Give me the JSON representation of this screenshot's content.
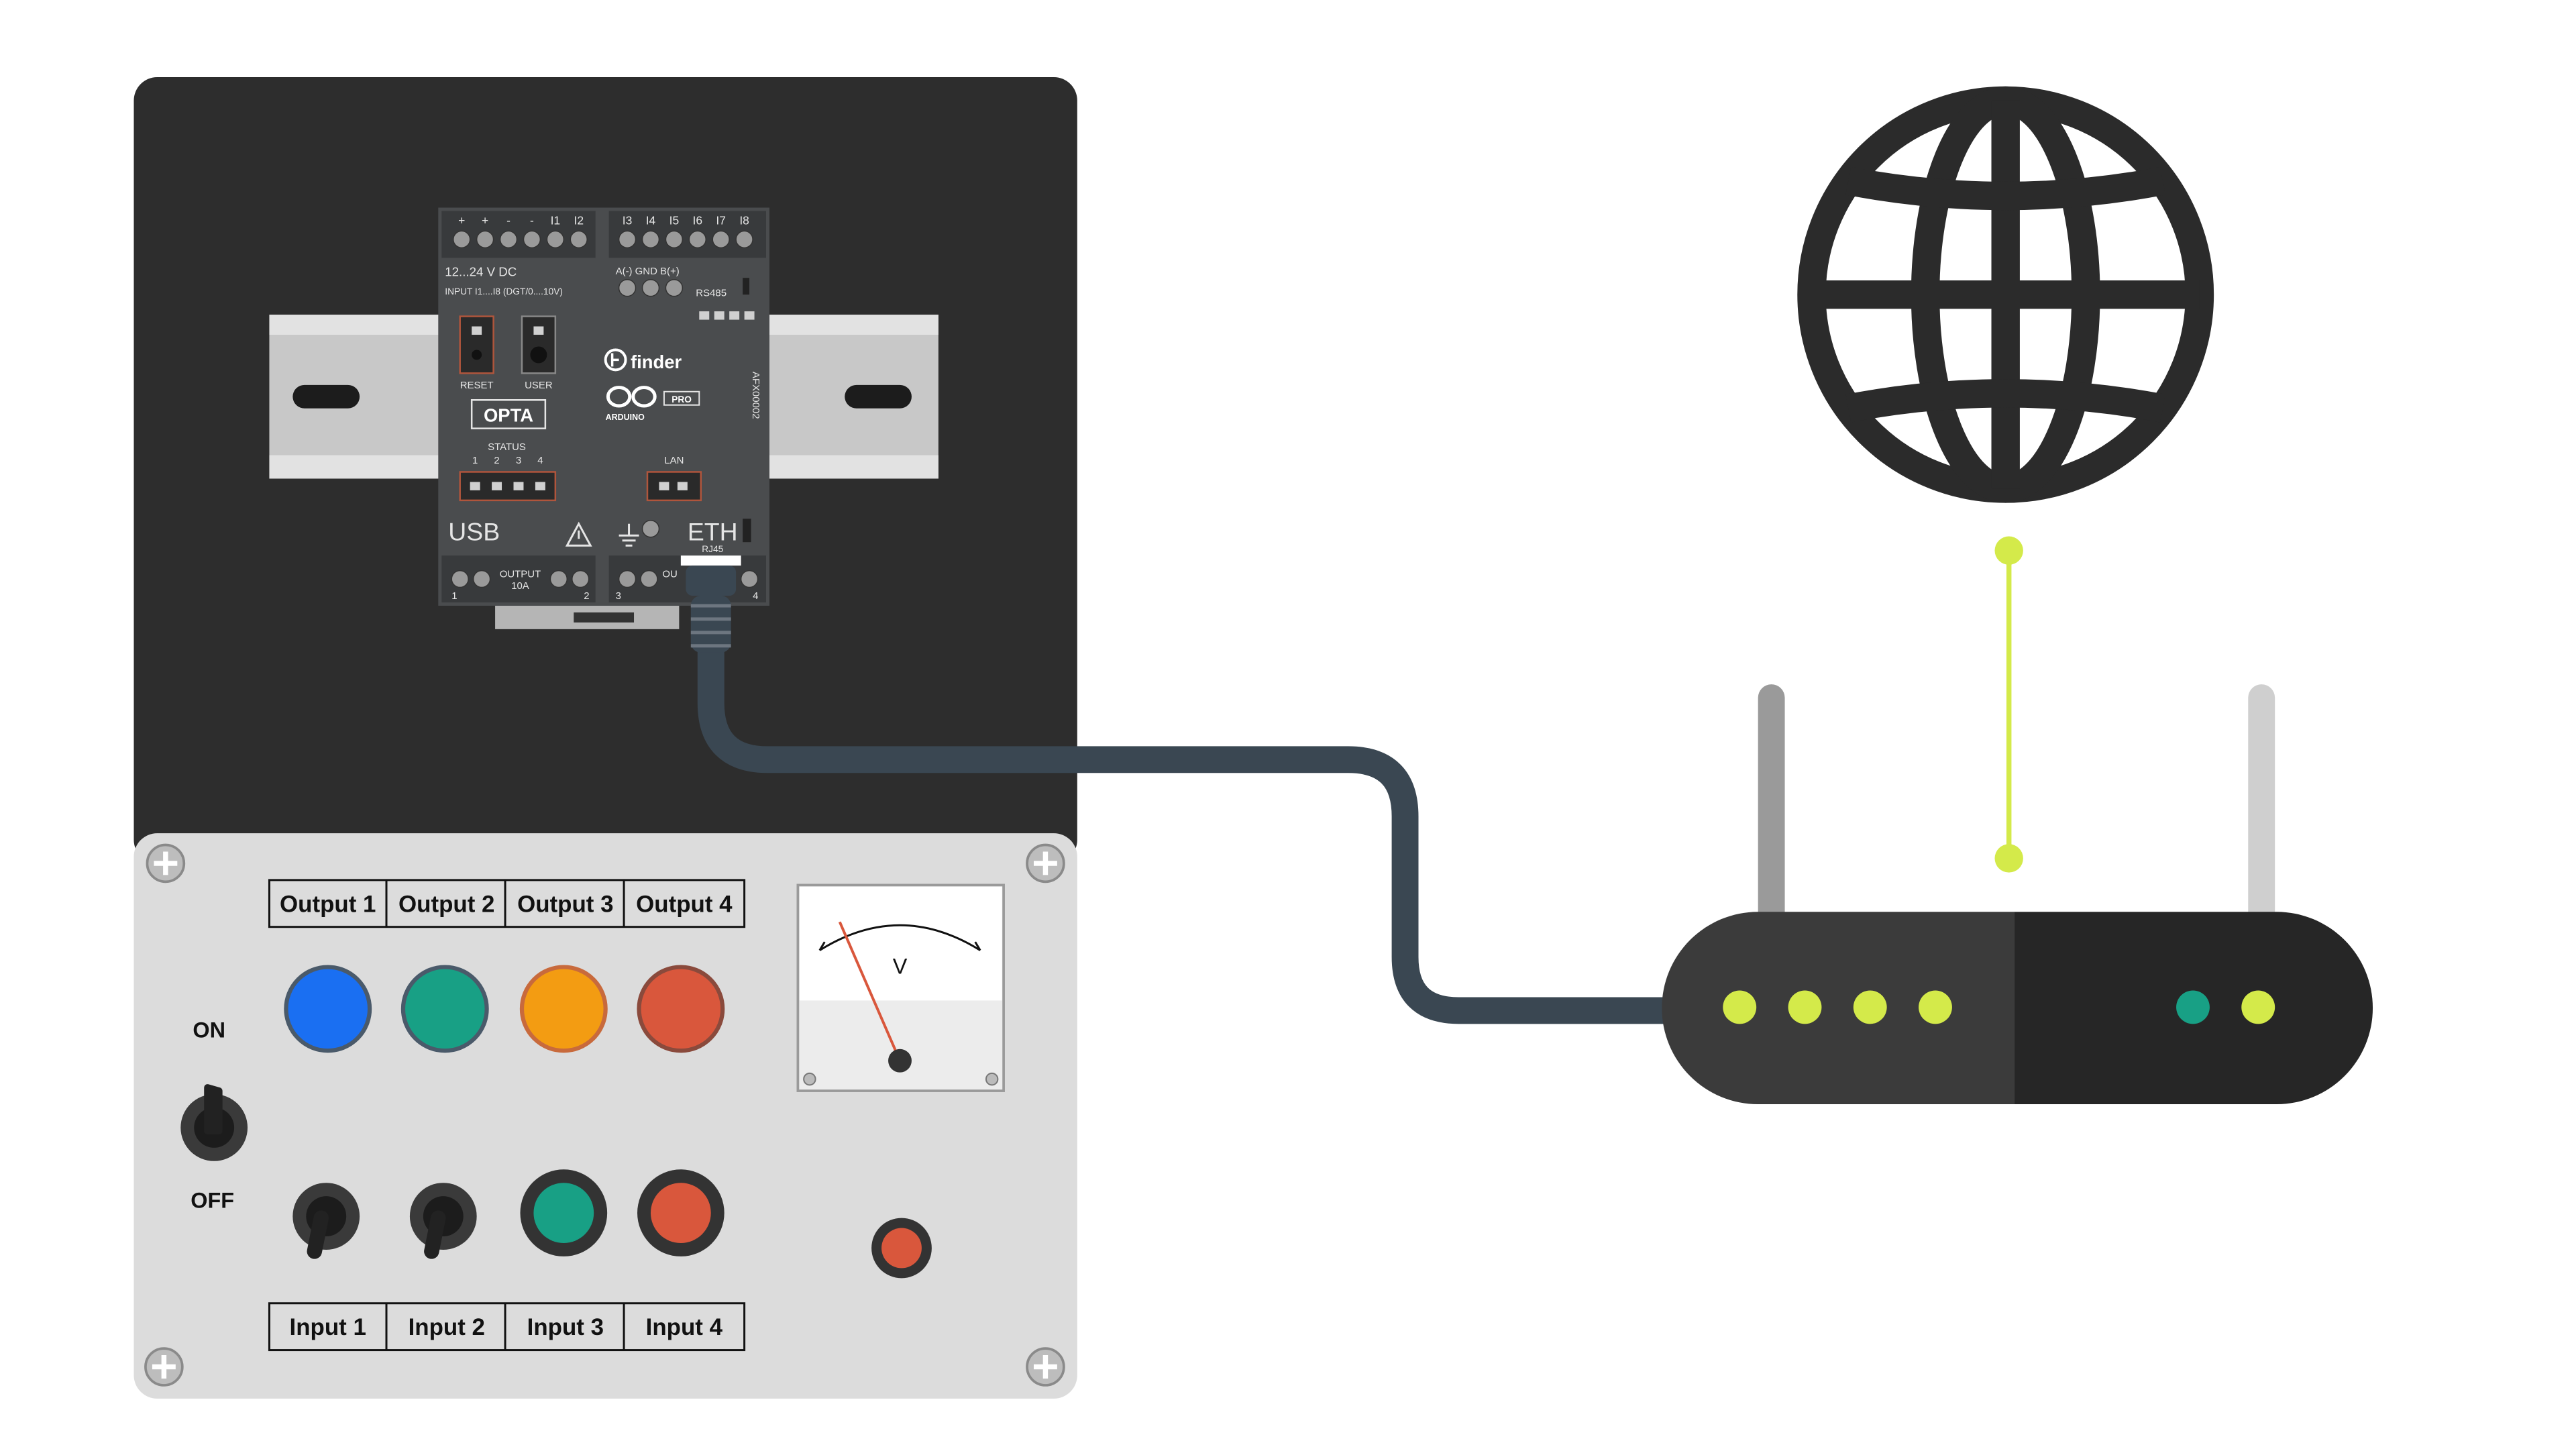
{
  "plc": {
    "top_terminals_left": [
      "+",
      "+",
      "-",
      "-",
      "I1",
      "I2"
    ],
    "top_terminals_right": [
      "I3",
      "I4",
      "I5",
      "I6",
      "I7",
      "I8"
    ],
    "power_label": "12...24 V DC",
    "input_label": "INPUT I1....I8 (DGT/0....10V)",
    "rs485_pins": "A(-) GND B(+)",
    "rs485_label": "RS485",
    "reset_label": "RESET",
    "user_label": "USER",
    "brand": "finder",
    "model": "OPTA",
    "arduino_label": "ARDUINO",
    "pro_label": "PRO",
    "part_number": "AFX00002",
    "status_label": "STATUS",
    "status_numbers": [
      "1",
      "2",
      "3",
      "4"
    ],
    "lan_label": "LAN",
    "usb_label": "USB",
    "eth_label": "ETH",
    "rj45_label": "RJ45",
    "output_label": "OUTPUT",
    "output_rating": "10A",
    "relay_1": "1",
    "relay_2": "2",
    "relay_3": "3",
    "relay_4": "4",
    "relay_output_short": "OU"
  },
  "panel": {
    "output_headers": [
      "Output 1",
      "Output 2",
      "Output 3",
      "Output 4"
    ],
    "input_headers": [
      "Input 1",
      "Input 2",
      "Input 3",
      "Input 4"
    ],
    "on_label": "ON",
    "off_label": "OFF",
    "meter_unit": "V",
    "output_lamp_colors": [
      "#1a6ff2",
      "#18a085",
      "#f39c12",
      "#d9573c"
    ],
    "input_button_colors": [
      "#18a085",
      "#d9573c"
    ],
    "estop_color": "#d9573c"
  },
  "router": {
    "left_led_color": "#d4ea4a",
    "port_led_colors": [
      "#18a085",
      "#d4ea4a"
    ]
  },
  "colors": {
    "cable": "#3a4752",
    "link": "#d4ea4a",
    "enclosure": "#2d2d2d",
    "plate": "#dcdcdc"
  }
}
